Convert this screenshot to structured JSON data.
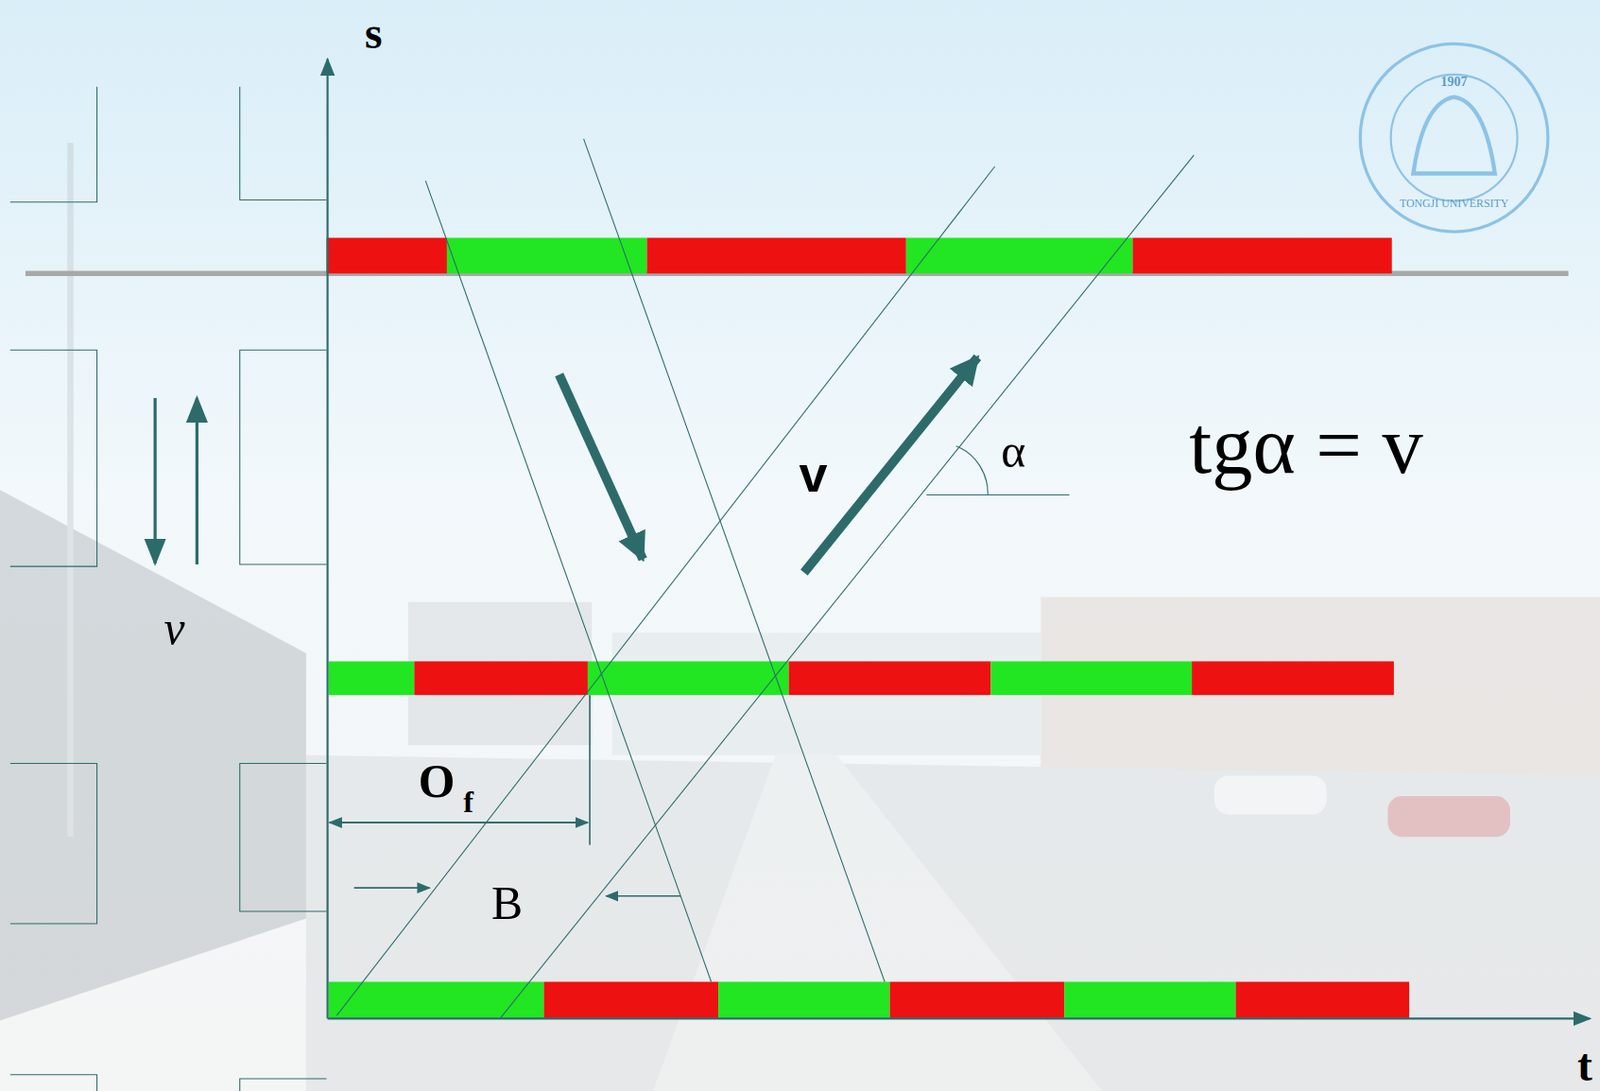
{
  "diagram": {
    "labels": [
      "s",
      "t",
      "v",
      "v",
      "α",
      "tgα = v",
      "O",
      "f",
      "B",
      "1907",
      "TONGJI UNIVERSITY"
    ]
  }
}
